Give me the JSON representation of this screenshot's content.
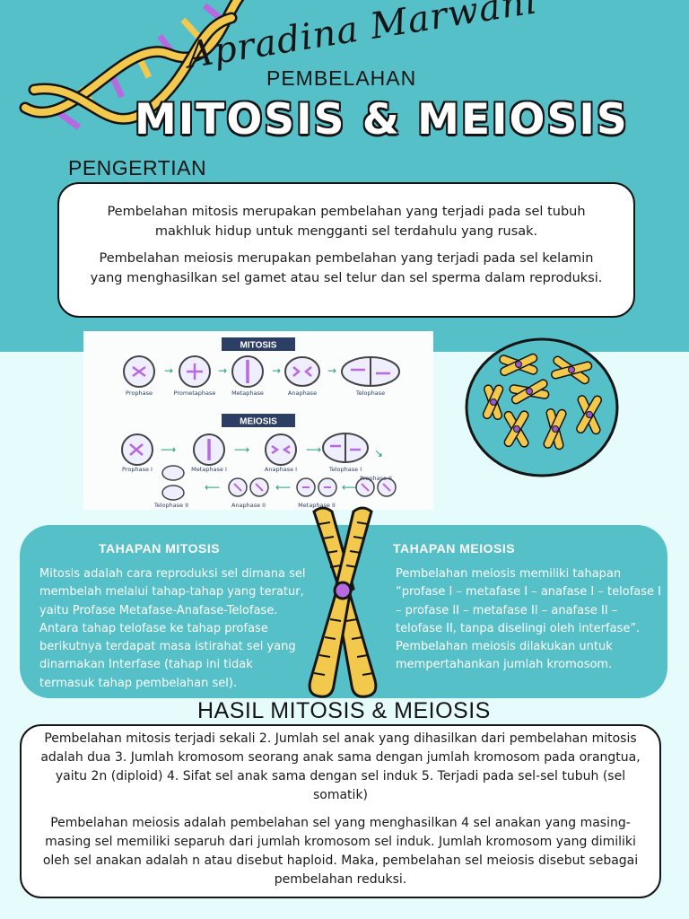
{
  "header": {
    "author": "Apradina Marwani",
    "kicker": "PEMBELAHAN",
    "title": "MITOSIS & MEIOSIS"
  },
  "pengertian": {
    "heading": "PENGERTIAN",
    "paragraphs": [
      "Pembelahan mitosis merupakan pembelahan yang terjadi pada sel tubuh makhluk hidup untuk mengganti sel terdahulu yang rusak.",
      "Pembelahan meiosis merupakan pembelahan yang terjadi pada sel kelamin yang menghasilkan sel gamet atau sel telur dan sel sperma dalam reproduksi."
    ]
  },
  "diagram": {
    "mitosis_label": "MITOSIS",
    "meiosis_label": "MEIOSIS",
    "mitosis_stages": [
      "Prophase",
      "Prometaphase",
      "Metaphase",
      "Anaphase",
      "Telophase"
    ],
    "meiosis_row1": [
      "Prophase I",
      "Metaphase I",
      "Anaphase I",
      "Telophase I"
    ],
    "meiosis_row2": [
      "Telophase II",
      "Anaphase II",
      "Metaphase II",
      "Prophase II"
    ]
  },
  "tahapan": {
    "mitosis_title": "TAHAPAN MITOSIS",
    "mitosis_text": "Mitosis adalah cara reproduksi sel dimana sel membelah melalui tahap-tahap yang teratur, yaitu Profase Metafase-Anafase-Telofase. Antara tahap telofase ke tahap profase berikutnya terdapat masa istirahat sel yang dinarnakan Interfase (tahap ini tidak termasuk tahap pembelahan sel).",
    "meiosis_title": "TAHAPAN MEIOSIS",
    "meiosis_text": "Pembelahan meiosis memiliki tahapan “profase I – metafase I – anafase I – telofase I – profase II – metafase II – anafase II – telofase II, tanpa diselingi oleh interfase”. Pembelahan meiosis dilakukan untuk mempertahankan jumlah kromosom."
  },
  "hasil": {
    "heading": "HASIL MITOSIS & MEIOSIS",
    "paragraphs": [
      "Pembelahan mitosis terjadi sekali 2. Jumlah sel anak yang dihasilkan dari pembelahan mitosis adalah dua 3. Jumlah kromosom seorang anak sama dengan jumlah kromosom pada orangtua, yaitu 2n (diploid) 4. Sifat sel anak sama dengan sel induk 5. Terjadi pada sel-sel tubuh (sel somatik)",
      "Pembelahan meiosis adalah pembelahan sel yang menghasilkan 4 sel anakan yang masing-masing sel memiliki separuh dari jumlah kromosom sel induk. Jumlah kromosom yang dimiliki oleh sel anakan adalah n atau disebut haploid. Maka, pembelahan sel meiosis disebut sebagai pembelahan reduksi."
    ]
  },
  "colors": {
    "teal": "#56c0c9",
    "pale": "#e6fbfb",
    "chromosome_yellow": "#f2c94c",
    "purple": "#9b59d0",
    "label_navy": "#2c3e64"
  },
  "icons": [
    "dna-helix-icon",
    "cell-nucleus-icon",
    "chromosome-icon"
  ]
}
